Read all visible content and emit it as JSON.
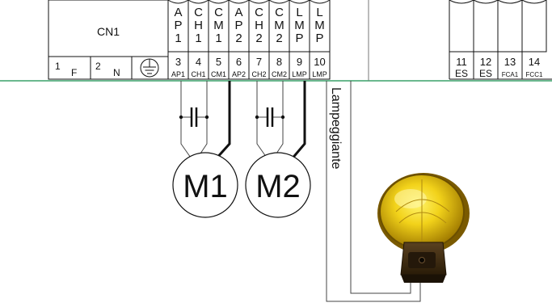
{
  "connector": {
    "title": "CN1",
    "left_terminals": [
      {
        "num": "1",
        "code": "F"
      },
      {
        "num": "2",
        "code": "N"
      }
    ],
    "earth_symbol": "earth-ground-icon",
    "terminals": [
      {
        "num": "3",
        "code": "AP1",
        "header": [
          "A",
          "P",
          "1"
        ]
      },
      {
        "num": "4",
        "code": "CH1",
        "header": [
          "C",
          "H",
          "1"
        ]
      },
      {
        "num": "5",
        "code": "CM1",
        "header": [
          "C",
          "M",
          "1"
        ]
      },
      {
        "num": "6",
        "code": "AP2",
        "header": [
          "A",
          "P",
          "2"
        ]
      },
      {
        "num": "7",
        "code": "CH2",
        "header": [
          "C",
          "H",
          "2"
        ]
      },
      {
        "num": "8",
        "code": "CM2",
        "header": [
          "C",
          "M",
          "2"
        ]
      },
      {
        "num": "9",
        "code": "LMP",
        "header": [
          "L",
          "M",
          "P"
        ]
      },
      {
        "num": "10",
        "code": "LMP",
        "header": [
          "L",
          "M",
          "P"
        ]
      }
    ],
    "right_terminals": [
      {
        "num": "11",
        "code": "ES"
      },
      {
        "num": "12",
        "code": "ES"
      },
      {
        "num": "13",
        "code": "FCA1"
      },
      {
        "num": "14",
        "code": "FCC1"
      }
    ]
  },
  "motors": [
    {
      "label": "M1"
    },
    {
      "label": "M2"
    }
  ],
  "lamp": {
    "wire_label": "Lampeggiante",
    "icon": "flashing-lamp-icon"
  },
  "colors": {
    "board_line": "#3aa06a",
    "lamp_yellow": "#f2d21a",
    "lamp_base": "#3b2a12"
  }
}
